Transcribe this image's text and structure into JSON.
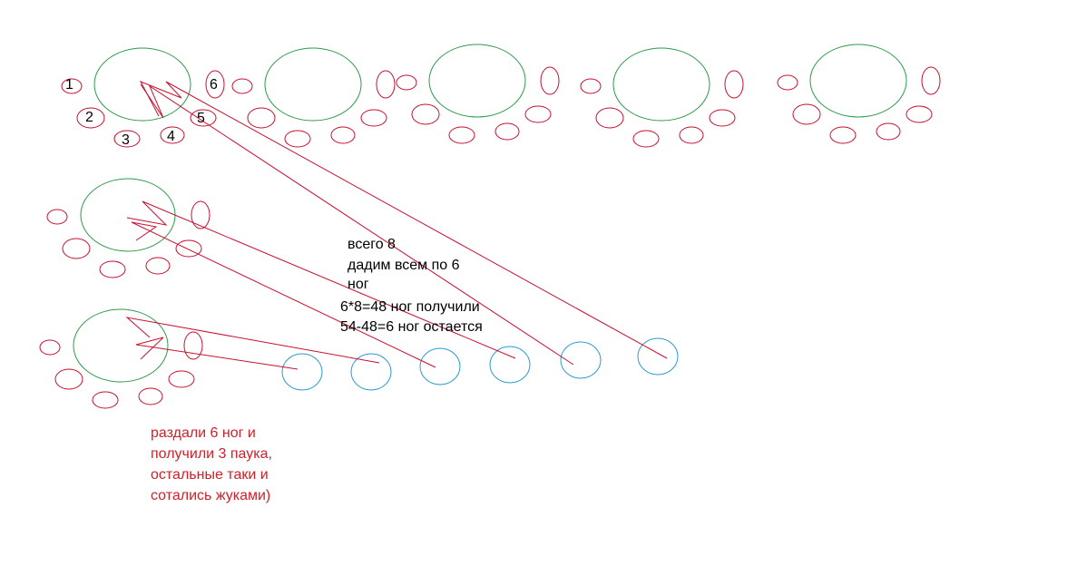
{
  "colors": {
    "body": "#2e9a4a",
    "leg": "#c8102e",
    "extra_leg": "#2a9ad0",
    "arrow": "#c8102e",
    "text": "#000000",
    "note": "#d0202a"
  },
  "leg_numbers": [
    "1",
    "2",
    "3",
    "4",
    "5",
    "6"
  ],
  "notes": {
    "line1": "всего 8",
    "line2": "дадим всем по 6",
    "line3": "ног",
    "line4": "6*8=48 ног получили",
    "line5": "54-48=6 ног остается"
  },
  "result": {
    "line1": "раздали 6 ног и",
    "line2": "получили 3 паука,",
    "line3": "остальные таки и",
    "line4": "сотались жуками)"
  }
}
